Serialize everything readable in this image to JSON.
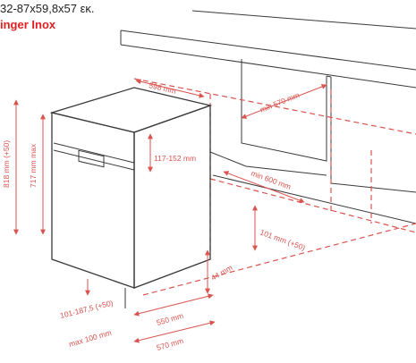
{
  "header": {
    "dimensions_text": "32-87x59,8x57 εκ.",
    "model_text": "inger Inox"
  },
  "colors": {
    "accent": "#d9534f",
    "title": "#e02020",
    "line": "#3a3a3a"
  },
  "dimensions": {
    "width_top": "598 mm",
    "niche_depth": "min 570 mm",
    "panel_height": "117-152 mm",
    "total_height": "818 mm (+50)",
    "body_height": "717 mm max",
    "niche_width": "min 600 mm",
    "plinth_offset": "101 mm (+50)",
    "plinth_gap": "44 mm",
    "plinth_height": "101-187,5 (+50)",
    "max_depth": "max 100 mm",
    "depth_550": "550 mm",
    "depth_570": "570 mm"
  }
}
